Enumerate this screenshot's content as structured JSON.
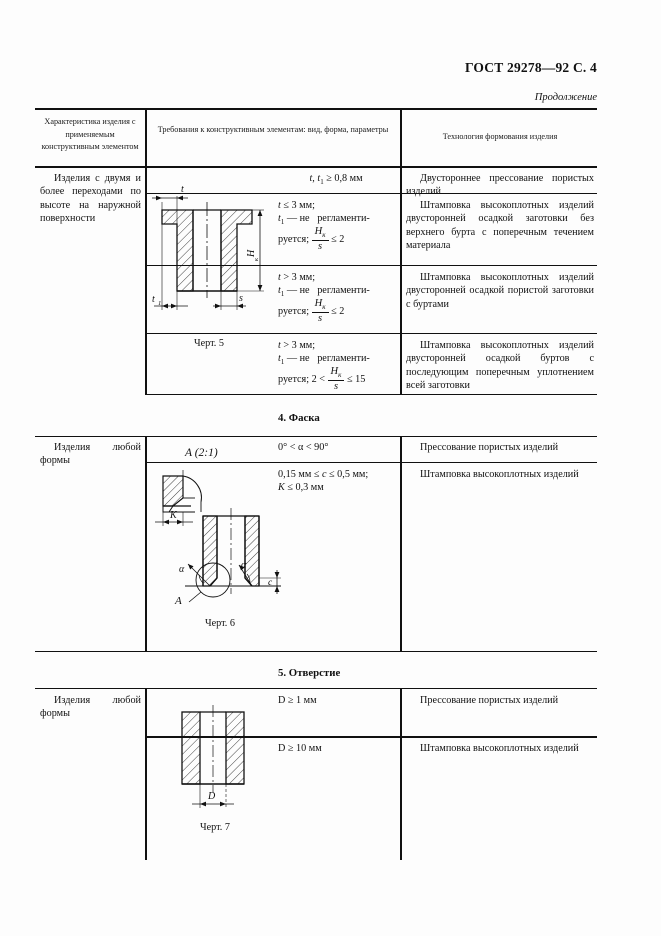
{
  "header": {
    "standard": "ГОСТ 29278—92 С. 4",
    "continued": "Продолжение"
  },
  "table": {
    "columns": [
      {
        "header": "Характеристика изделия с применяемым конструктивным элементом"
      },
      {
        "header": "Требования к конструктивным элементам: вид, форма, параметры"
      },
      {
        "header": "Технология формования изделия"
      }
    ]
  },
  "sections": [
    {
      "id": "section-3",
      "left_label": "Изделия с двумя и более переходами по высоте на наружной поверхности",
      "figure_caption": "Черт. 5",
      "figure_dims": {
        "t": "t",
        "t1": "t",
        "t1_sub": "1",
        "s": "s",
        "Hk": "H",
        "Hk_sub": "к"
      },
      "rows": [
        {
          "requirement_lines": [
            "t, t1 ≥ 0,8 мм"
          ],
          "requirement_plain": "t, t₁ ≥ 0,8 мм",
          "technology": "Двустороннее прессование пористых изделий"
        },
        {
          "requirement_lines": [
            "t ≤ 3 мм;",
            "t1 — не регламентируется;"
          ],
          "requirement_frac": {
            "num": "H",
            "num_sub": "к",
            "den": "s",
            "rel": "≤ 2"
          },
          "technology": "Штамповка высокоплотных изделий двусторонней осадкой заготовки без верхнего бурта с поперечным течением материала"
        },
        {
          "requirement_lines": [
            "t > 3 мм;",
            "t1 — не регламентируется;"
          ],
          "requirement_frac": {
            "num": "H",
            "num_sub": "к",
            "den": "s",
            "rel": "≤ 2"
          },
          "technology": "Штамповка высокоплотных изделий двусторонней осадкой пористой заготовки с буртами"
        },
        {
          "requirement_lines": [
            "t > 3 мм;",
            "t1 — не регламентируется;"
          ],
          "requirement_frac": {
            "pre": "2 <",
            "num": "H",
            "num_sub": "к",
            "den": "s",
            "rel": "≤ 15"
          },
          "technology": "Штамповка высокоплотных изделий двусторонней осадкой буртов с последующим поперечным уплотнением всей заготовки"
        }
      ]
    },
    {
      "id": "section-4",
      "title": "4. Фаска",
      "left_label": "Изделия любой формы",
      "figure_caption": "Черт. 6",
      "detail_label": "A (2:1)",
      "figure_dims": {
        "K": "K",
        "alpha": "α",
        "c": "c",
        "A": "A"
      },
      "rows": [
        {
          "requirement_plain": "0° < α < 90°",
          "technology": "Прессование пористых изделий"
        },
        {
          "requirement_lines": [
            "0,15 мм ≤ c ≤ 0,5 мм;",
            "K ≤ 0,3 мм"
          ],
          "technology": "Штамповка высокоплотных изделий"
        }
      ]
    },
    {
      "id": "section-5",
      "title": "5. Отверстие",
      "left_label": "Изделия любой формы",
      "figure_caption": "Черт. 7",
      "figure_dims": {
        "D": "D"
      },
      "rows": [
        {
          "requirement_plain": "D ≥ 1 мм",
          "technology": "Прессование пористых изделий"
        },
        {
          "requirement_plain": "D ≥ 10 мм",
          "technology": "Штамповка высокоплотных изделий"
        }
      ]
    }
  ]
}
